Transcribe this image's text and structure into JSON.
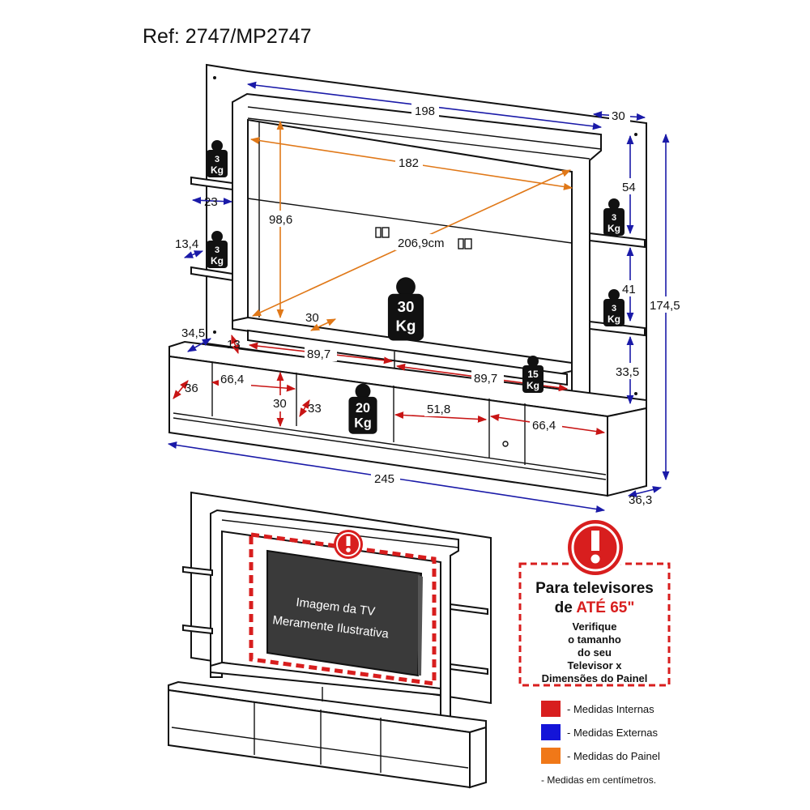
{
  "reference": "Ref: 2747/MP2747",
  "colors": {
    "external": "#1a1aa8",
    "internal": "#c81414",
    "panel": "#e07818",
    "warning": "#d81e1e"
  },
  "dimensions": {
    "width_top": "198",
    "depth_top": "30",
    "panel_width": "182",
    "panel_height": "98.6",
    "panel_height_display": "98,6",
    "panel_diagonal": "206,9cm",
    "left_shelf_width": "23",
    "left_shelf_depth": "13,4",
    "right_top_gap": "54",
    "right_mid_gap": "41",
    "right_low_gap": "33,5",
    "total_height": "174,5",
    "tv_shelf_depth": "30",
    "base_depth_left": "34,5",
    "base_offset": "13",
    "niche_left_width": "89,7",
    "niche_right_width": "89,7",
    "compartment_1_width": "66,4",
    "compartment_1_depth": "36",
    "compartment_height": "30",
    "compartment_2_width": "33",
    "compartment_3_width": "51,8",
    "compartment_4_width": "66,4",
    "total_width": "245",
    "total_depth": "36,3"
  },
  "weights": {
    "left_top": {
      "value": "3",
      "unit": "Kg"
    },
    "left_mid": {
      "value": "3",
      "unit": "Kg"
    },
    "right_top": {
      "value": "3",
      "unit": "Kg"
    },
    "right_mid": {
      "value": "3",
      "unit": "Kg"
    },
    "tv_shelf": {
      "value": "30",
      "unit": "Kg"
    },
    "niche": {
      "value": "15",
      "unit": "Kg"
    },
    "base": {
      "value": "20",
      "unit": "Kg"
    }
  },
  "tv_image_text": [
    "Imagem da TV",
    "Meramente Ilustrativa"
  ],
  "notice": {
    "line1": "Para televisores",
    "line2_prefix": "de ",
    "line2_highlight": "ATÉ 65\"",
    "detail": [
      "Verifique",
      "o tamanho",
      "do seu",
      "Televisor x",
      "Dimensões do Painel"
    ]
  },
  "legend": [
    {
      "label": "- Medidas Internas",
      "color": "#d81e1e"
    },
    {
      "label": "- Medidas Externas",
      "color": "#1414d8"
    },
    {
      "label": "- Medidas do Painel",
      "color": "#f07818"
    }
  ],
  "footnote": "- Medidas em centímetros."
}
